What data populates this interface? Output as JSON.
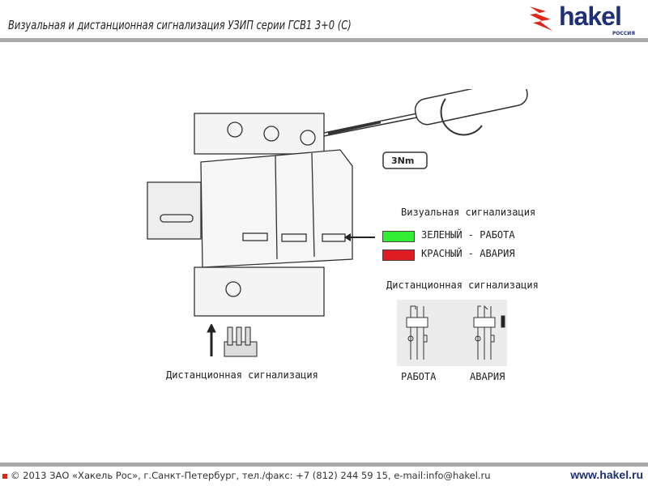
{
  "header": {
    "title": "Визуальная и дистанционная сигнализация УЗИП серии ГСВ1 3+0 (C)",
    "logo": "hakel",
    "logo_sub": "РОССИЯ"
  },
  "diagram": {
    "torque": "3Nm",
    "visual_heading": "Визуальная сигнализация",
    "legend": [
      {
        "label": "ЗЕЛЕНЫЙ - РАБОТА",
        "color": "#33ee33"
      },
      {
        "label": "КРАСНЫЙ - АВАРИЯ",
        "color": "#dd1c24"
      }
    ],
    "remote_heading": "Дистанционная сигнализация",
    "states": [
      "РАБОТА",
      "АВАРИЯ"
    ],
    "connector_caption": "Дистанционная сигнализация"
  },
  "footer": {
    "copyright": "© 2013 ЗАО «Хакель Рос», г.Санкт-Петербург, тел./факс: +7 (812) 244 59 15, e-mail:info@hakel.ru",
    "url": "www.hakel.ru"
  }
}
